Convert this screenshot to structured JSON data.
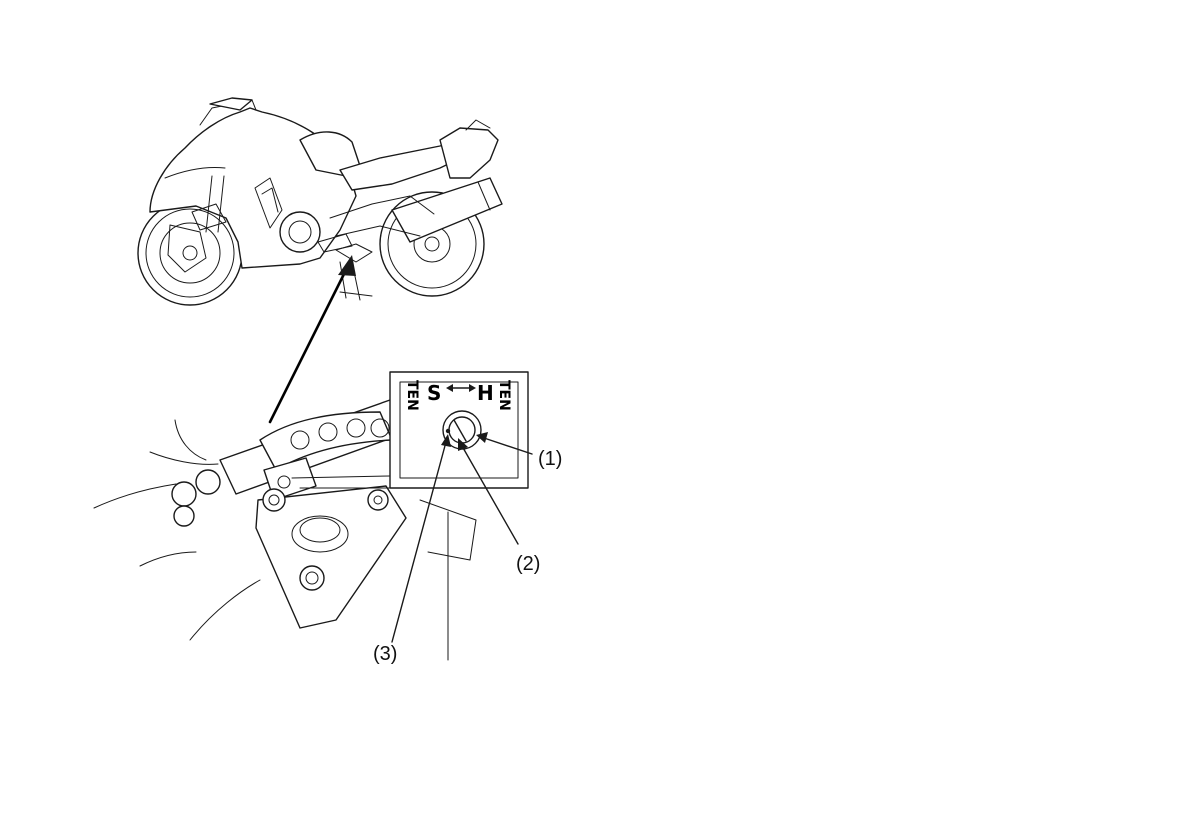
{
  "callouts": [
    {
      "id": "1",
      "label": "(1)"
    },
    {
      "id": "2",
      "label": "(2)"
    },
    {
      "id": "3",
      "label": "(3)"
    }
  ],
  "adjuster_markings": {
    "soft": "S",
    "hard": "H",
    "left_tag": "TEN",
    "right_tag": "TEN"
  }
}
